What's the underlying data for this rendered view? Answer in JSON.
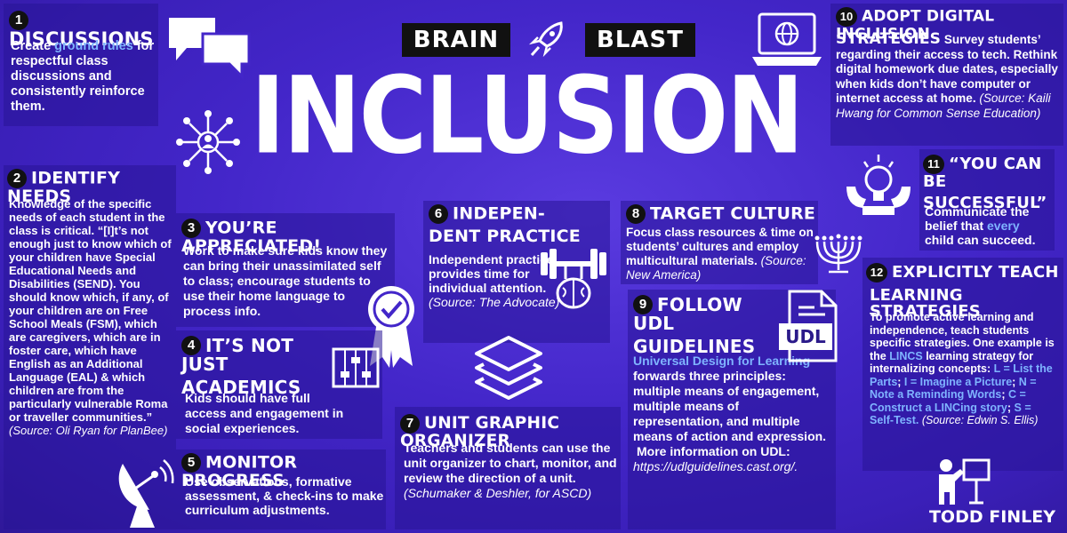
{
  "banner": {
    "left": "BRAIN",
    "right": "BLAST",
    "title": "INCLUSION"
  },
  "author": "TODD FINLEY",
  "tips": {
    "t1": {
      "num": "1",
      "title": "DISCUSSIONS",
      "pre": "Create ",
      "link": "ground rules",
      "post": " for respectful class discussions and consistently reinforce them."
    },
    "t2": {
      "num": "2",
      "title": "IDENTIFY NEEDS",
      "body": "Knowledge of the specific needs of each student in the class is critical. “[I]t’s not enough just to know which of your children have Special Educational Needs and Disabilities (SEND). You should know which, if any, of your children are on Free School Meals (FSM), which are caregivers, which are in foster care, which have English as an Additional Language (EAL) & which children are from the particularly vulnerable Roma or traveller communities.”",
      "source": "(Source: Oli Ryan for PlanBee)"
    },
    "t3": {
      "num": "3",
      "title": "YOU’RE APPRECIATED!",
      "body": "Work to make sure kids know they can bring their unassimilated self to class; encourage students to use their home language to process info."
    },
    "t4": {
      "num": "4",
      "title1": "IT’S NOT JUST",
      "title2": "ACADEMICS",
      "body": "Kids should have full access and engagement in social experiences."
    },
    "t5": {
      "num": "5",
      "title": "MONITOR PROGRESS",
      "body": "Use observations, formative assessment, & check-ins to make curriculum adjustments."
    },
    "t6": {
      "num": "6",
      "title1": "INDEPEN-",
      "title2": "DENT PRACTICE",
      "body": "Independent practice provides time for individual attention.",
      "source": "(Source: The Advocate)"
    },
    "t7": {
      "num": "7",
      "title": "UNIT GRAPHIC ORGANIZER",
      "body": "Teachers and students can use the unit organizer to chart, monitor, and review the direction of a unit.",
      "source": "(Schumaker & Deshler, for ASCD)"
    },
    "t8": {
      "num": "8",
      "title": "TARGET CULTURE",
      "body": "Focus class resources & time on students’ cultures and employ multicultural materials.",
      "source": "(Source: New America)"
    },
    "t9": {
      "num": "9",
      "title1": "FOLLOW UDL",
      "title2": "GUIDELINES",
      "link": "Universal Design for Learning",
      "body": " forwards three principles: multiple means of engagement, multiple means of representation, and multiple means of action and expression.",
      "more": "More information on UDL:",
      "url": "https://udlguidelines.cast.org/.",
      "doc_label": "UDL"
    },
    "t10": {
      "num": "10",
      "title1": "ADOPT DIGITAL INCLUSION",
      "title2": "STRATEGIES",
      "body": "Survey students’ regarding their access to tech. Rethink digital homework due dates, especially when kids don’t have computer or internet access at home.",
      "source": "(Source: Kaili Hwang for Common Sense Education)"
    },
    "t11": {
      "num": "11",
      "title1": "“YOU CAN BE",
      "title2": "SUCCESSFUL”",
      "pre": "Communicate the belief that ",
      "link": "every",
      "post": " child can succeed."
    },
    "t12": {
      "num": "12",
      "title1": "EXPLICITLY TEACH",
      "title2": "LEARNING STRATEGIES",
      "pre": "To promote active learning and independence, teach students specific strategies. One example is the ",
      "link": "LINCS",
      "mid": " learning strategy for internalizing concepts: ",
      "l1": "L = List the Parts",
      "l2": "I = Imagine a Picture",
      "l3": "N = Note a Reminding Words",
      "l4": "C = Construct a LINCing story",
      "l5": "S = Self-Test.",
      "source": "(Source: Edwin S. Ellis)"
    }
  },
  "colors": {
    "background": "#4326c9",
    "link": "#7fb4ff",
    "badge": "#111111"
  },
  "icons": [
    "chat-bubbles-icon",
    "network-person-icon",
    "rocket-icon",
    "laptop-globe-icon",
    "lightbulb-strong-icon",
    "award-ribbon-icon",
    "abacus-icon",
    "barbell-brain-icon",
    "layers-icon",
    "satellite-dish-icon",
    "menorah-icon",
    "udl-document-icon",
    "teacher-board-icon"
  ]
}
